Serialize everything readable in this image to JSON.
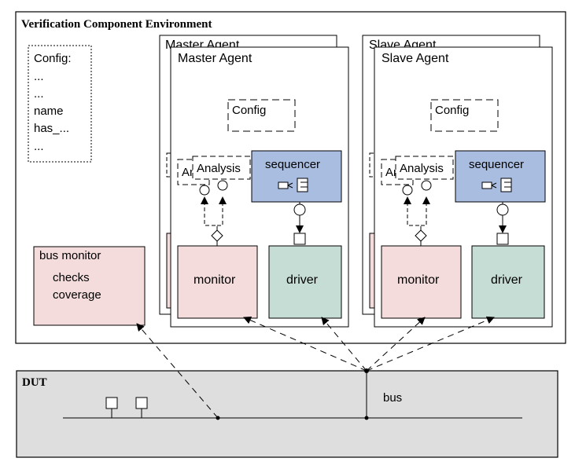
{
  "env": {
    "title": "Verification Component Environment",
    "config_lines": [
      "Config:",
      "...",
      "...",
      "name",
      "has_...",
      "..."
    ]
  },
  "bus_monitor": {
    "title": "bus monitor",
    "line1": "checks",
    "line2": "coverage"
  },
  "master": {
    "back_title": "Master Agent",
    "title": "Master Agent",
    "config": "Config",
    "analysis": "Analysis",
    "analysis_back": "An",
    "sequencer": "sequencer",
    "monitor": "monitor",
    "driver": "driver"
  },
  "slave": {
    "back_title": "Slave Agent",
    "title": "Slave Agent",
    "config": "Config",
    "analysis": "Analysis",
    "analysis_back": "An",
    "sequencer": "sequencer",
    "monitor": "monitor",
    "driver": "driver"
  },
  "dut": {
    "title": "DUT",
    "bus_label": "bus"
  },
  "colors": {
    "monitor_fill": "#f4dcdc",
    "driver_fill": "#c6ddd6",
    "sequencer_fill": "#a8bde0",
    "bus_monitor_fill": "#f4dcdc",
    "dut_fill": "#dedede"
  }
}
